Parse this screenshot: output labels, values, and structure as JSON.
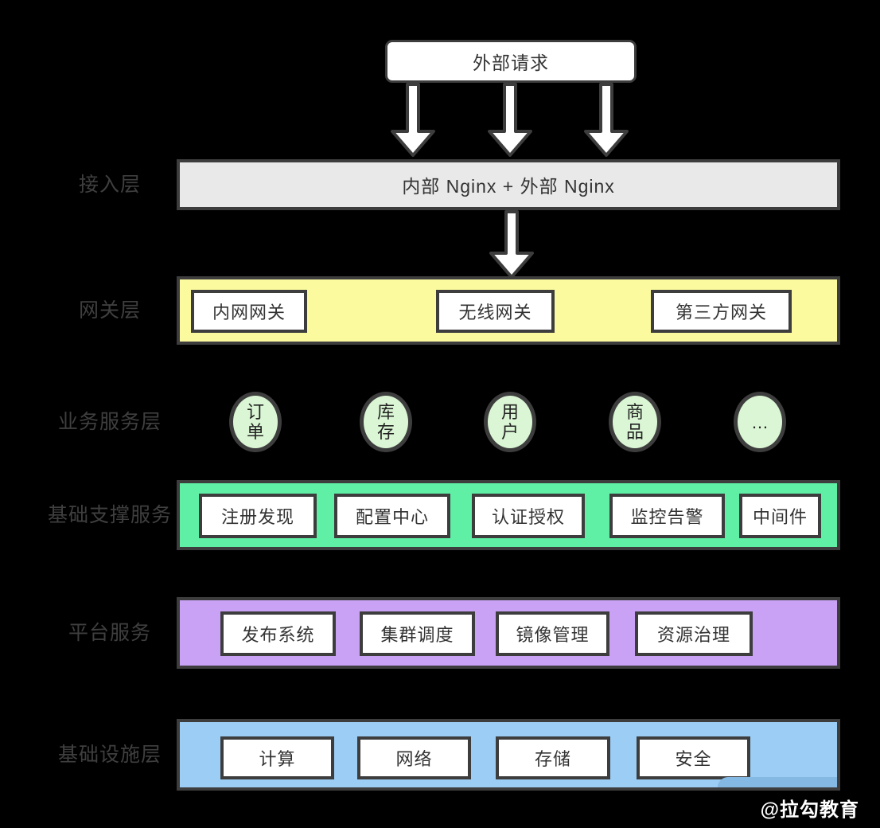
{
  "external_request": {
    "label": "外部请求"
  },
  "access_layer": {
    "label": "接入层",
    "bar_text": "内部 Nginx + 外部 Nginx"
  },
  "gateway_layer": {
    "label": "网关层",
    "items": [
      "内网网关",
      "无线网关",
      "第三方网关"
    ]
  },
  "business_layer": {
    "label": "业务服务层",
    "items": [
      "订单",
      "库存",
      "用户",
      "商品",
      "…"
    ]
  },
  "support_layer": {
    "label": "基础支撑服务",
    "items": [
      "注册发现",
      "配置中心",
      "认证授权",
      "监控告警",
      "中间件"
    ]
  },
  "platform_layer": {
    "label": "平台服务",
    "items": [
      "发布系统",
      "集群调度",
      "镜像管理",
      "资源治理"
    ]
  },
  "infra_layer": {
    "label": "基础设施层",
    "items": [
      "计算",
      "网络",
      "存储",
      "安全"
    ]
  },
  "watermark": "@拉勾教育",
  "colors": {
    "background": "#000000",
    "border": "#3d3d3d",
    "box_text": "#333333",
    "label_text": "#3f3f3f",
    "access_bar": "#e9e9e9",
    "gateway_bar": "#fbfa9e",
    "business_circle": "#daf6d4",
    "support_bar": "#5ff0a6",
    "platform_bar": "#c9a2f5",
    "infra_bar": "#9bcdf5",
    "arrow_fill": "#ffffff",
    "watermark_text": "#ffffff"
  }
}
